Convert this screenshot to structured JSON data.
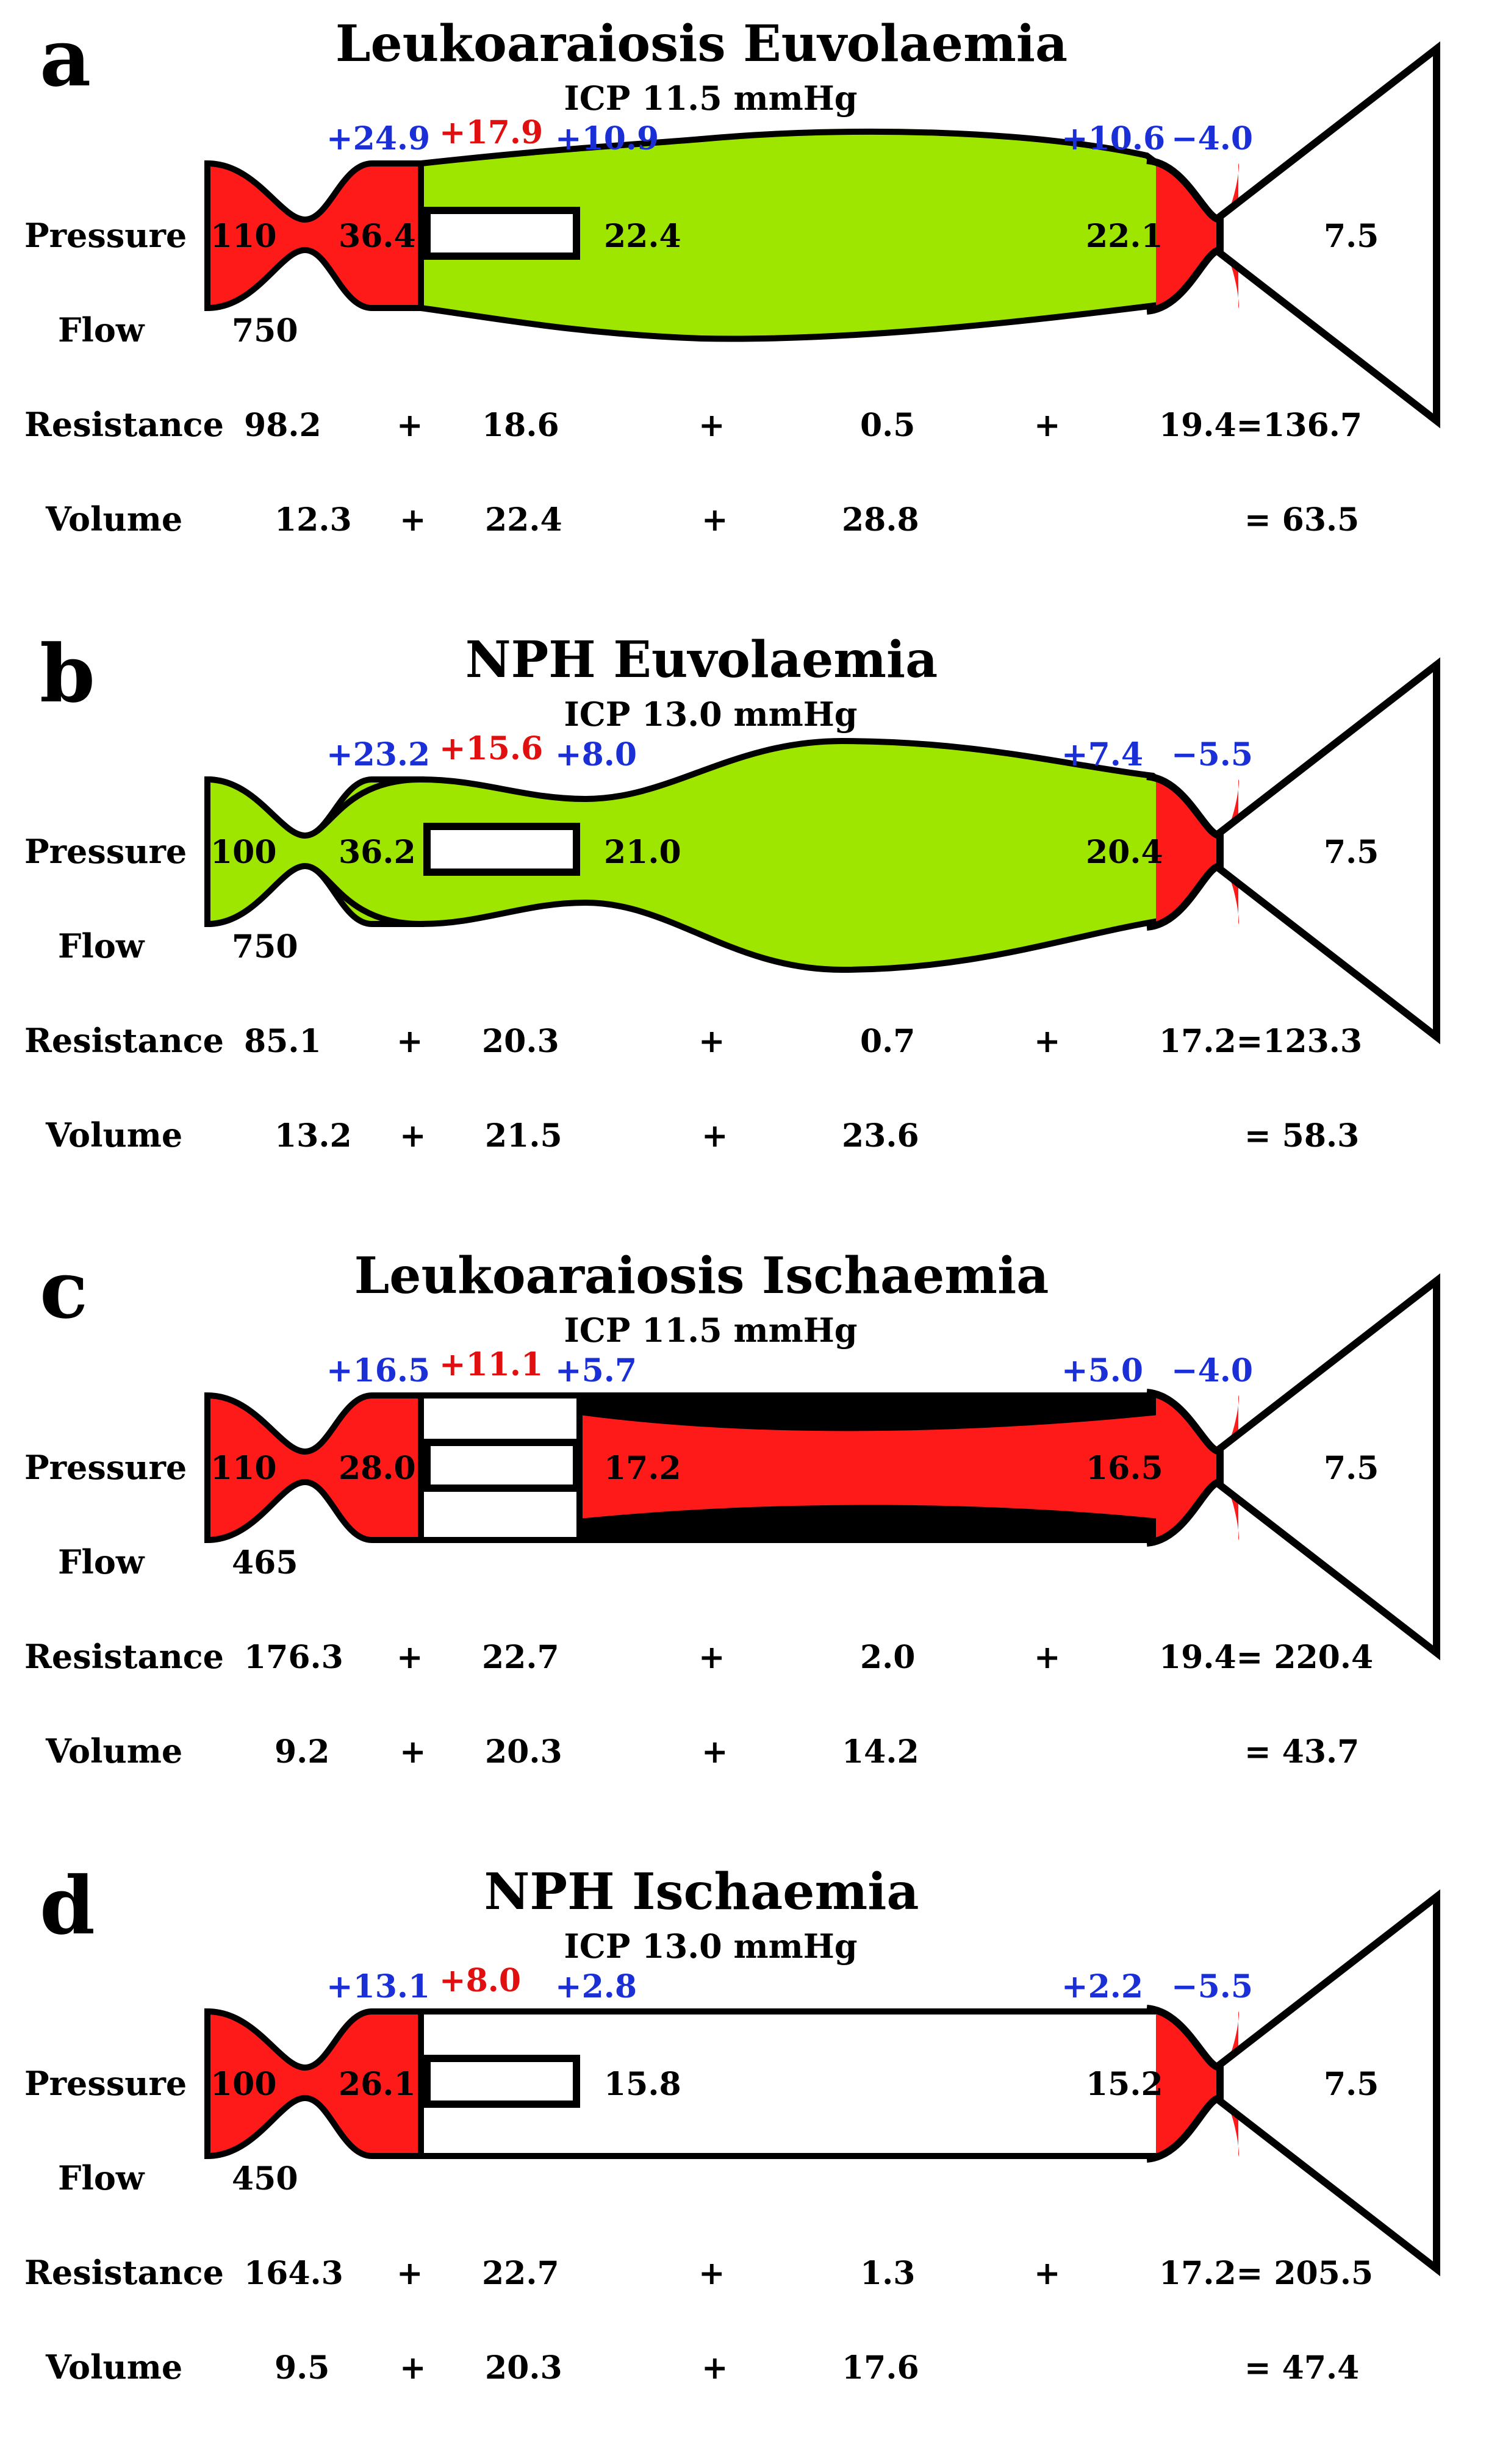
{
  "colors": {
    "red": "#ff1a1a",
    "green": "#9ee600",
    "blue": "#1a2fd6",
    "redtext": "#e01010",
    "black": "#000000"
  },
  "row_labels": {
    "pressure": "Pressure",
    "flow": "Flow",
    "resistance": "Resistance",
    "volume": "Volume"
  },
  "panels": [
    {
      "letter": "a",
      "title": "Leukoaraiosis Euvolaemia",
      "icp": "ICP 11.5 mmHg",
      "fills": {
        "left": "red",
        "middle": "green",
        "black_bands": false
      },
      "delta": {
        "d1": "+24.9",
        "d2": "+17.9",
        "d3": "+10.9",
        "d4": "+10.6",
        "d5": "−4.0"
      },
      "pressure": {
        "p1": "110",
        "p2": "36.4",
        "p3": "22.4",
        "p4": "22.1",
        "p5": "7.5"
      },
      "flow": "750",
      "resistance": {
        "r1": "98.2",
        "op1": "+",
        "r2": "18.6",
        "op2": "+",
        "r3": "0.5",
        "op3": "+",
        "r4": "19.4=136.7"
      },
      "volume": {
        "v1": "12.3",
        "op1": "+",
        "v2": "22.4",
        "op2": "+",
        "v3": "28.8",
        "total": "=  63.5"
      }
    },
    {
      "letter": "b",
      "title": "NPH Euvolaemia",
      "icp": "ICP 13.0 mmHg",
      "fills": {
        "left": "green",
        "middle": "green",
        "black_bands": false
      },
      "delta": {
        "d1": "+23.2",
        "d2": "+15.6",
        "d3": "+8.0",
        "d4": "+7.4",
        "d5": "−5.5"
      },
      "pressure": {
        "p1": "100",
        "p2": "36.2",
        "p3": "21.0",
        "p4": "20.4",
        "p5": "7.5"
      },
      "flow": "750",
      "resistance": {
        "r1": "85.1",
        "op1": "+",
        "r2": "20.3",
        "op2": "+",
        "r3": "0.7",
        "op3": "+",
        "r4": "17.2=123.3"
      },
      "volume": {
        "v1": "13.2",
        "op1": "+",
        "v2": "21.5",
        "op2": "+",
        "v3": "23.6",
        "total": "= 58.3"
      }
    },
    {
      "letter": "c",
      "title": "Leukoaraiosis Ischaemia",
      "icp": "ICP 11.5 mmHg",
      "fills": {
        "left": "red",
        "middle": "red",
        "black_bands": true
      },
      "delta": {
        "d1": "+16.5",
        "d2": "+11.1",
        "d3": "+5.7",
        "d4": "+5.0",
        "d5": "−4.0"
      },
      "pressure": {
        "p1": "110",
        "p2": "28.0",
        "p3": "17.2",
        "p4": "16.5",
        "p5": "7.5"
      },
      "flow": "465",
      "resistance": {
        "r1": "176.3",
        "op1": "+",
        "r2": "22.7",
        "op2": "+",
        "r3": "2.0",
        "op3": "+",
        "r4": "19.4= 220.4"
      },
      "volume": {
        "v1": "9.2",
        "op1": "+",
        "v2": "20.3",
        "op2": "+",
        "v3": "14.2",
        "total": "=  43.7"
      }
    },
    {
      "letter": "d",
      "title": "NPH Ischaemia",
      "icp": "ICP 13.0 mmHg",
      "fills": {
        "left": "red",
        "middle": "white",
        "black_bands": false
      },
      "delta": {
        "d1": "+13.1",
        "d2": "+8.0",
        "d3": "+2.8",
        "d4": "+2.2",
        "d5": "−5.5"
      },
      "pressure": {
        "p1": "100",
        "p2": "26.1",
        "p3": "15.8",
        "p4": "15.2",
        "p5": "7.5"
      },
      "flow": "450",
      "resistance": {
        "r1": "164.3",
        "op1": "+",
        "r2": "22.7",
        "op2": "+",
        "r3": "1.3",
        "op3": "+",
        "r4": "17.2=  205.5"
      },
      "volume": {
        "v1": "9.5",
        "op1": "+",
        "v2": "20.3",
        "op2": "+",
        "v3": "17.6",
        "total": "=  47.4"
      }
    }
  ]
}
